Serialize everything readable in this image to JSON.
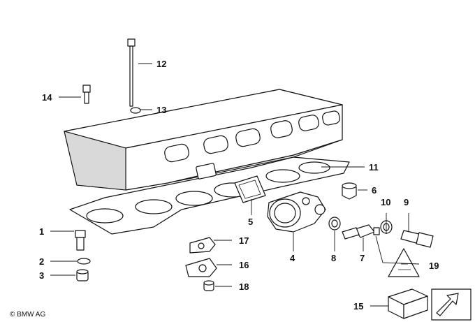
{
  "callouts": {
    "c1": "1",
    "c2": "2",
    "c3": "3",
    "c4": "4",
    "c5": "5",
    "c6": "6",
    "c7": "7",
    "c8": "8",
    "c9": "9",
    "c10": "10",
    "c11": "11",
    "c12": "12",
    "c13": "13",
    "c14": "14",
    "c15": "15",
    "c16": "16",
    "c17": "17",
    "c18": "18",
    "c19": "19"
  },
  "copyright": "© BMW AG"
}
